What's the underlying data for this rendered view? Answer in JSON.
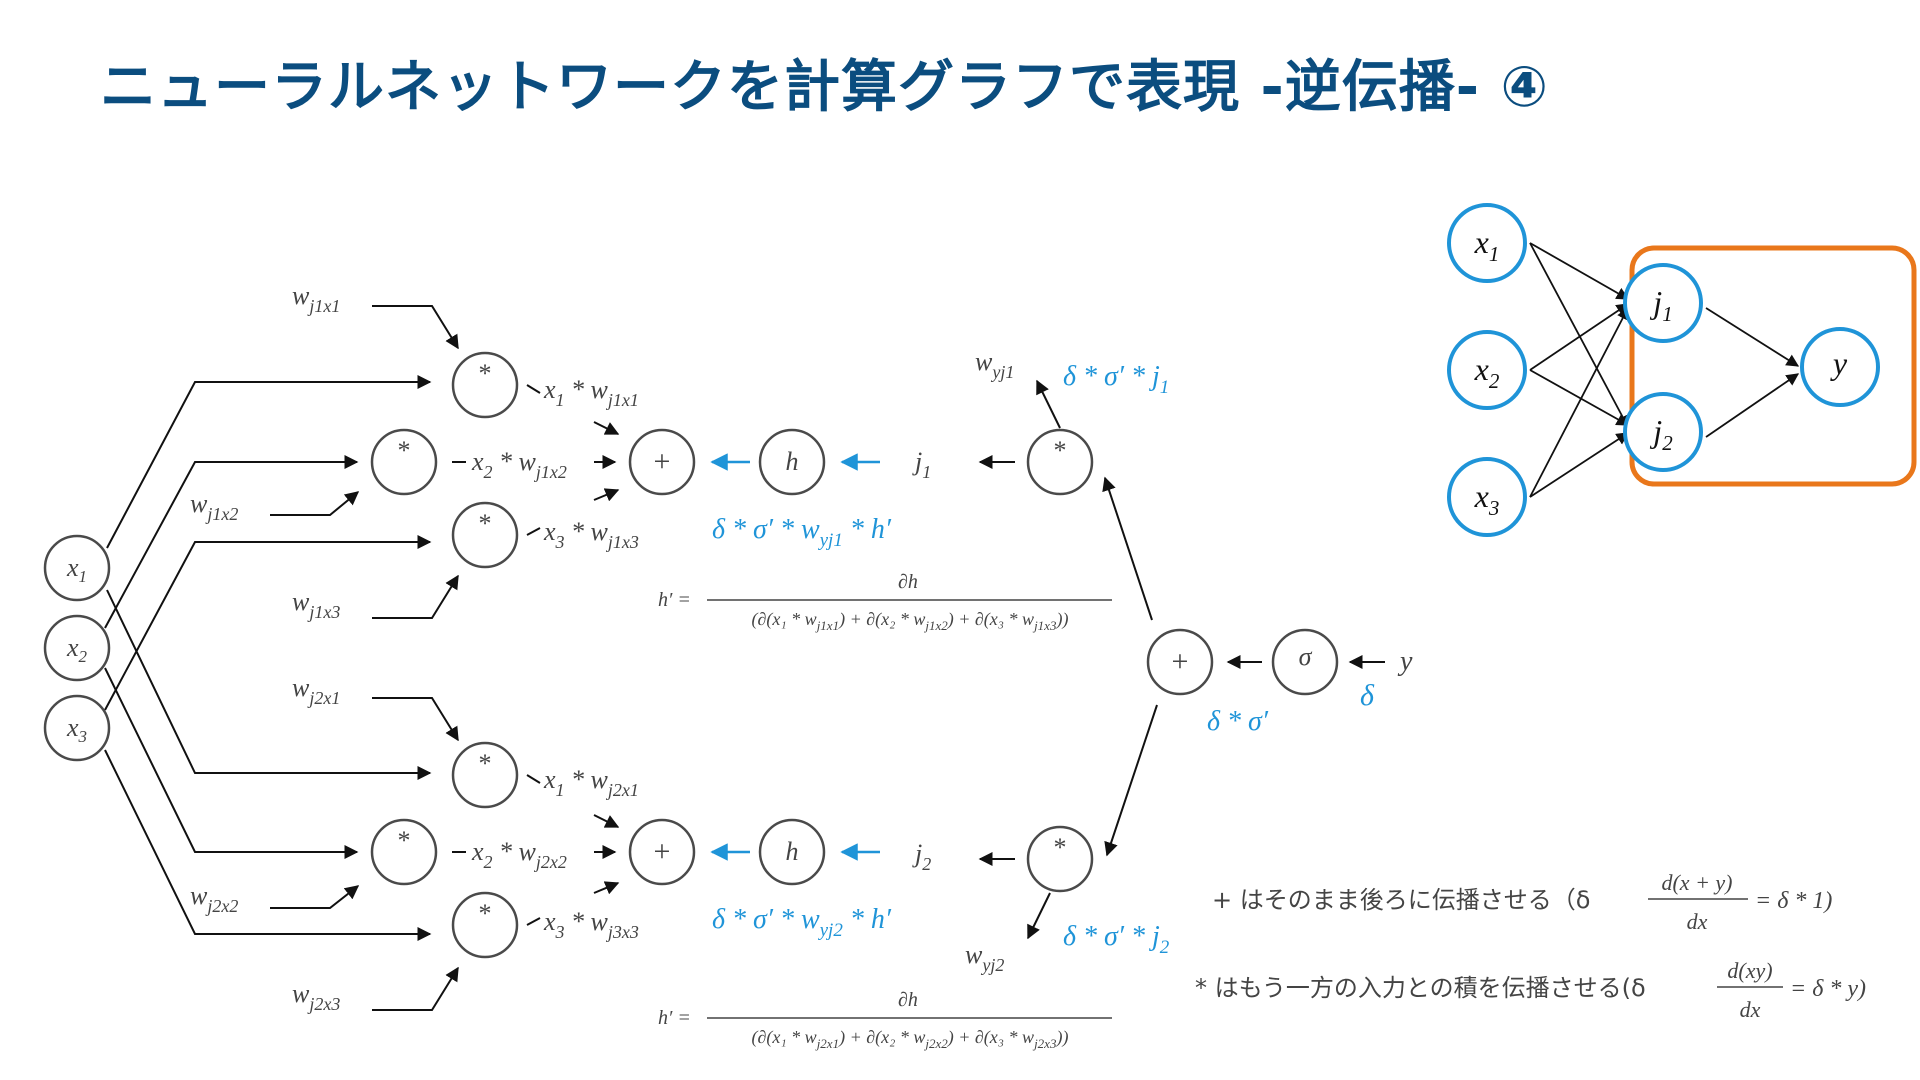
{
  "title": "ニューラルネットワークを計算グラフで表現 -逆伝播- ④",
  "colors": {
    "title": "#0b4d7f",
    "blue": "#1f94d8",
    "orange": "#e9771b",
    "dark": "#444444"
  },
  "inputs": [
    "x",
    "x",
    "x"
  ],
  "input_subs": [
    "1",
    "2",
    "3"
  ],
  "top": {
    "w1": "w",
    "w1_sub": "j1x1",
    "w2": "w",
    "w2_sub": "j1x2",
    "w3": "w",
    "w3_sub": "j1x3",
    "m1_label": "x",
    "m1_sub": "1",
    "m1_tail": " * w",
    "m1_tail_sub": "j1x1",
    "m2_label": "x",
    "m2_sub": "2",
    "m2_tail": " * w",
    "m2_tail_sub": "j1x2",
    "m3_label": "x",
    "m3_sub": "3",
    "m3_tail": " * w",
    "m3_tail_sub": "j1x3",
    "j": "j",
    "j_sub": "1",
    "wy": "w",
    "wy_sub": "yj1",
    "grad_j": "δ * σ′ * j",
    "grad_j_sub": "1",
    "grad_h": "δ * σ′ * w",
    "grad_h_sub": "yj1",
    "grad_h_tail": " * h′",
    "deriv_lhs": "h′ =",
    "deriv_num": "∂h",
    "deriv_den": "(∂(x₁ * w",
    "deriv_den_s1": "j1x1",
    "deriv_den_m1": ") + ∂(x₂ * w",
    "deriv_den_s2": "j1x2",
    "deriv_den_m2": ") + ∂(x₃ * w",
    "deriv_den_s3": "j1x3",
    "deriv_den_end": "))"
  },
  "bottom": {
    "w1": "w",
    "w1_sub": "j2x1",
    "w2": "w",
    "w2_sub": "j2x2",
    "w3": "w",
    "w3_sub": "j2x3",
    "m1_label": "x",
    "m1_sub": "1",
    "m1_tail": " * w",
    "m1_tail_sub": "j2x1",
    "m2_label": "x",
    "m2_sub": "2",
    "m2_tail": " * w",
    "m2_tail_sub": "j2x2",
    "m3_label": "x",
    "m3_sub": "3",
    "m3_tail": " * w",
    "m3_tail_sub": "j3x3",
    "j": "j",
    "j_sub": "2",
    "wy": "w",
    "wy_sub": "yj2",
    "grad_j": "δ * σ′ * j",
    "grad_j_sub": "2",
    "grad_h": "δ * σ′ * w",
    "grad_h_sub": "yj2",
    "grad_h_tail": " * h′",
    "deriv_lhs": "h′ =",
    "deriv_num": "∂h",
    "deriv_den": "(∂(x₁ * w",
    "deriv_den_s1": "j2x1",
    "deriv_den_m1": ") + ∂(x₂ * w",
    "deriv_den_s2": "j2x2",
    "deriv_den_m2": ") + ∂(x₃ * w",
    "deriv_den_s3": "j2x3",
    "deriv_den_end": "))"
  },
  "nodes": {
    "mul": "*",
    "add": "+",
    "h": "h",
    "sigma": "σ"
  },
  "output": {
    "y": "y",
    "delta": "δ",
    "grad_sigma": "δ * σ′"
  },
  "notes": {
    "plus_text": "+ はそのまま後ろに伝播させる（δ",
    "plus_num": "d(x + y)",
    "plus_den": "dx",
    "plus_tail": "= δ * 1)",
    "mul_text": "* はもう一方の入力との積を伝播させる(δ",
    "mul_num": "d(xy)",
    "mul_den": "dx",
    "mul_tail": "= δ * y)"
  },
  "mini": {
    "x": "x",
    "j": "j",
    "y": "y",
    "subs": [
      "1",
      "2",
      "3"
    ]
  }
}
